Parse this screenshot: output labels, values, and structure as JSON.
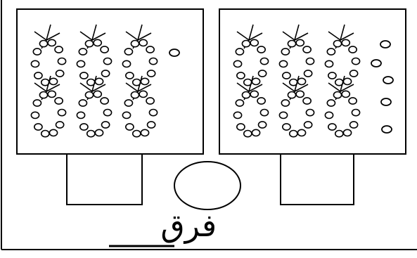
{
  "worksheet": {
    "difference_label": "فرق",
    "left_panel": {
      "bead_strings": 6,
      "loose_beads": 1
    },
    "right_panel": {
      "bead_strings": 6,
      "loose_beads": 5
    },
    "left_answer_box": "",
    "right_answer_box": "",
    "difference_answer": "",
    "colors": {
      "ink": "#000000",
      "paper": "#ffffff"
    }
  }
}
